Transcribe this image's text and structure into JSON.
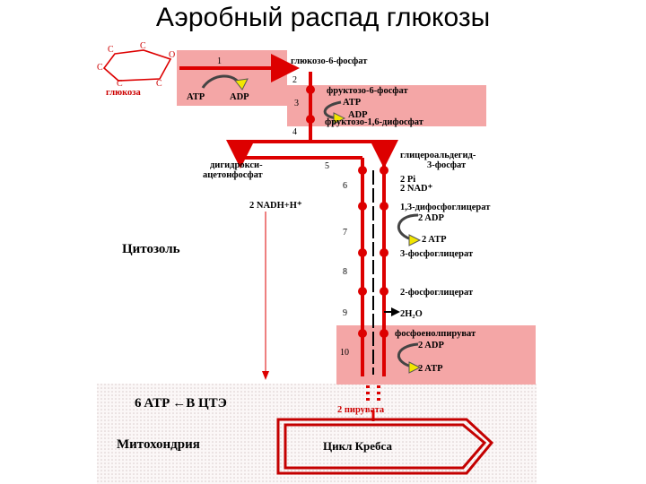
{
  "title": "Аэробный распад глюкозы",
  "glucose": {
    "label": "глюкоза",
    "atoms": [
      "C",
      "C",
      "C",
      "C",
      "C",
      "O"
    ]
  },
  "compounds": {
    "g6p": "глюкозо-6-фосфат",
    "f6p": "фруктозо-6-фосфат",
    "f16bp": "фруктозо-1,6-дифосфат",
    "dhap_line1": "дигидрокси-",
    "dhap_line2": "ацетонфосфат",
    "gap_line1": "глицероальдегид-",
    "gap_line2": "3-фосфат",
    "bpg": "1,3-дифосфоглицерат",
    "pg3": "3-фосфоглицерат",
    "pg2": "2-фосфоглицерат",
    "pep": "фосфоенолпируват",
    "pyruvate": "2 пирувата"
  },
  "cofactors": {
    "step1_atp": "ATP",
    "step1_adp": "ADP",
    "step3_atp": "ATP",
    "step3_adp": "ADP",
    "pi": "2 Pi",
    "nad": "2 NAD⁺",
    "nadh": "2 NADH+H⁺",
    "step7_adp": "2 ADP",
    "step7_atp": "2 ATP",
    "water": "2H₂O",
    "step10_adp": "2 ADP",
    "step10_atp": "2 ATP"
  },
  "steps": [
    "1",
    "2",
    "3",
    "4",
    "5",
    "6",
    "7",
    "8",
    "9",
    "10"
  ],
  "compartments": {
    "cytosol": "Цитозоль",
    "mito": "Митохондрия",
    "krebs": "Цикл Кребса",
    "atp_yield": "6 ATP ←В ЦТЭ"
  },
  "colors": {
    "pathway": "#dd0000",
    "highlight": "#f4a6a6",
    "arrow_yellow": "#f2e600",
    "mito_dots": "#e8e0e0"
  }
}
